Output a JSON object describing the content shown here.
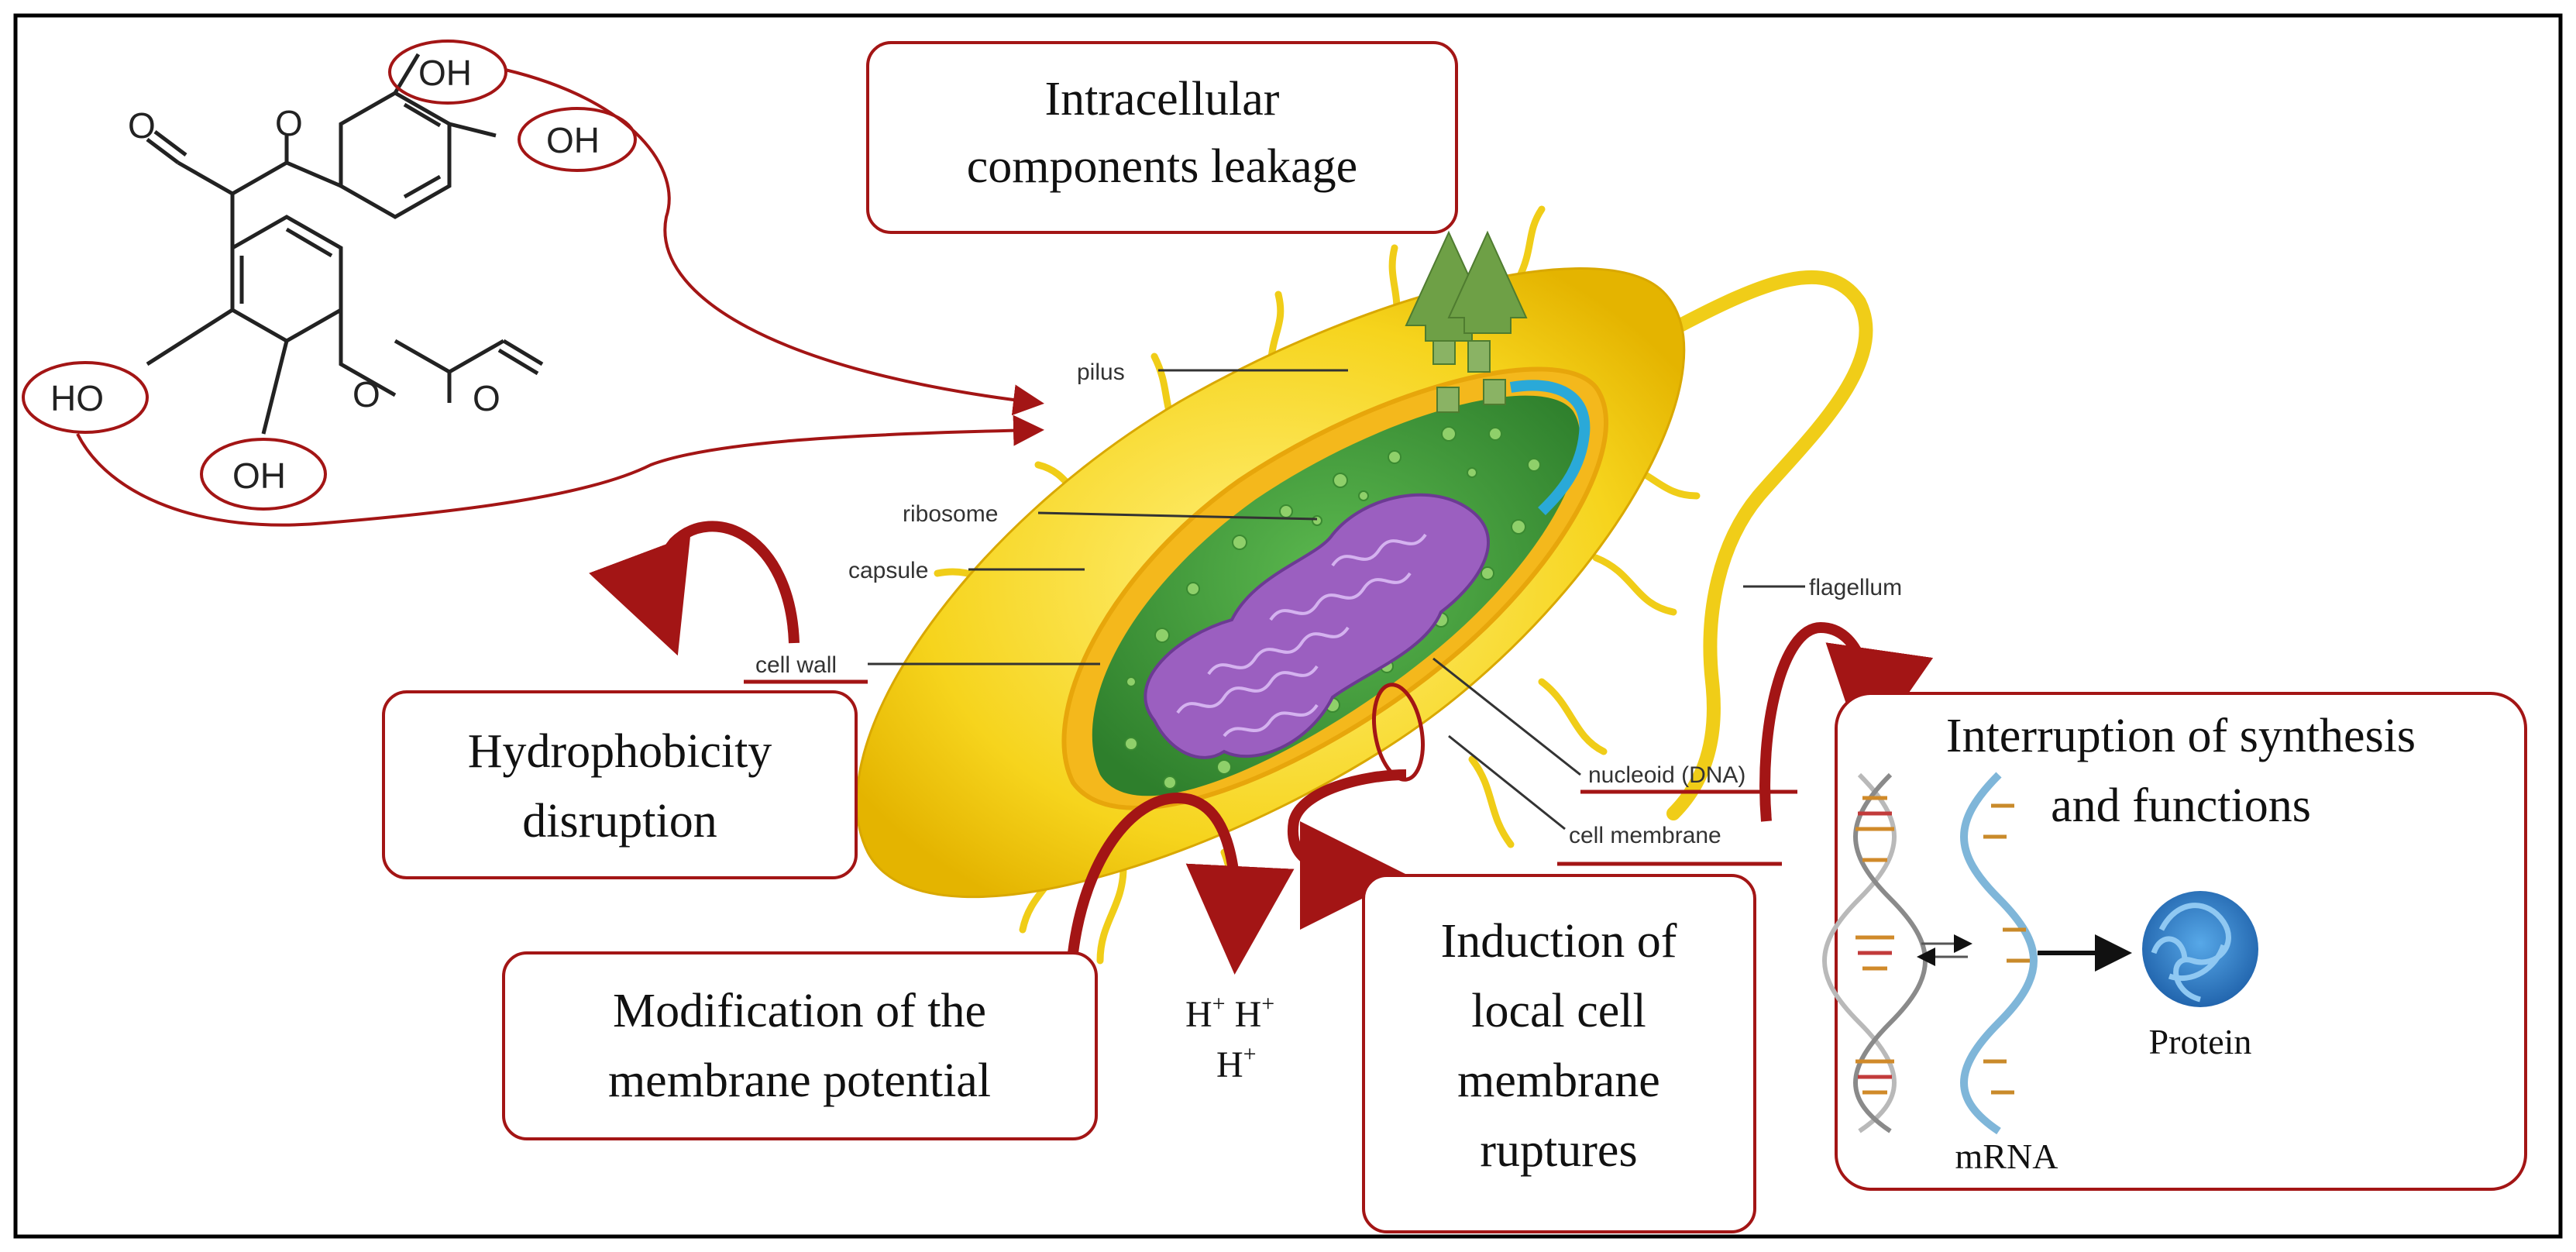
{
  "molecule": {
    "groups": [
      "OH",
      "OH",
      "HO",
      "OH"
    ],
    "oxygens": [
      "O",
      "O",
      "O",
      "O"
    ]
  },
  "cell_labels": {
    "pilus": "pilus",
    "ribosome": "ribosome",
    "capsule": "capsule",
    "cell_wall": "cell wall",
    "flagellum": "flagellum",
    "nucleoid": "nucleoid (DNA)",
    "cell_membrane": "cell membrane"
  },
  "boxes": {
    "leakage": [
      "Intracellular",
      "components  leakage"
    ],
    "hydrophobicity": [
      "Hydrophobicity",
      "disruption"
    ],
    "membrane_potential": [
      "Modification  of the",
      "membrane  potential"
    ],
    "ruptures": [
      "Induction  of",
      "local cell",
      "membrane",
      "ruptures"
    ],
    "synthesis": [
      "Interruption  of synthesis",
      "and functions"
    ]
  },
  "protons": {
    "h": "H",
    "plus": "+"
  },
  "synthesis_panel": {
    "mrna": "mRNA",
    "protein": "Protein"
  },
  "colors": {
    "accent_red": "#a31515",
    "cell_yellow": "#f2d51a",
    "cytoplasm_green": "#3f9a3a",
    "nucleoid_purple": "#9b5fc0",
    "arrow_green": "#6ea046"
  }
}
